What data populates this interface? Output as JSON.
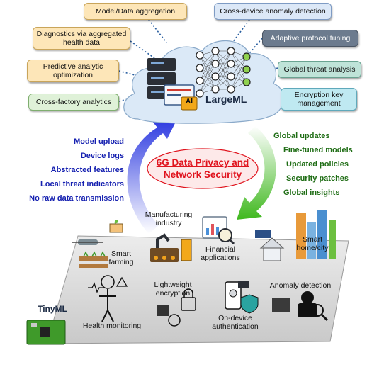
{
  "cloud": {
    "label": "LargeML",
    "ai_badge": "AI"
  },
  "boxes": {
    "model_agg": "Model/Data aggregation",
    "diagnostics": "Diagnostics via aggregated health data",
    "predictive": "Predictive analytic optimization",
    "cross_factory": "Cross-factory analytics",
    "cross_device": "Cross-device anomaly detection",
    "adaptive": "Adaptive protocol tuning",
    "global_threat": "Global threat analysis",
    "encryption_mgmt": "Encryption key management"
  },
  "uplink": [
    "Model upload",
    "Device logs",
    "Abstracted features",
    "Local threat indicators",
    "No raw data transmission"
  ],
  "downlink": [
    "Global updates",
    "Fine-tuned models",
    "Updated policies",
    "Security patches",
    "Global insights"
  ],
  "center_title": "6G Data Privacy and Network Security",
  "tinyml_label": "TinyML",
  "apps": {
    "smart_farming": "Smart farming",
    "manufacturing": "Manufacturing industry",
    "financial": "Financial applications",
    "smart_home": "Smart home/city",
    "health": "Health monitoring",
    "lightweight": "Lightweight encryption",
    "on_device_auth": "On-device authentication",
    "anomaly": "Anomaly detection"
  },
  "colors": {
    "cloud_fill": "#dbe9f7",
    "uplink_text": "#1520b0",
    "downlink_text": "#1f6d15",
    "title_red": "#e0141e",
    "platform": "#d3d3d3"
  }
}
